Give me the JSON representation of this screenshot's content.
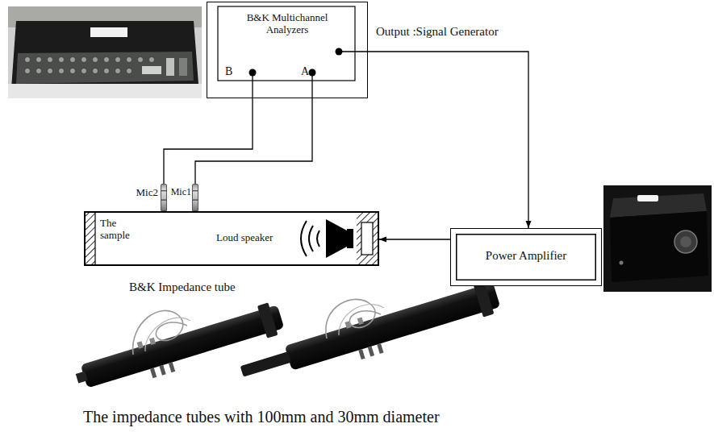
{
  "diagram": {
    "caption": "The impedance tubes with 100mm and 30mm diameter",
    "nodes": [
      {
        "text": [
          "B&K Multichannel Analyzers",
          "B",
          "A"
        ]
      },
      {
        "text": [
          "Mic2"
        ]
      },
      {
        "text": [
          "Mic1"
        ]
      },
      {
        "text": [
          "The sample",
          "Loud speaker",
          "B&K Impedance tube"
        ]
      },
      {
        "text": [
          "Power Amplifier"
        ]
      }
    ],
    "edges": [
      {
        "from": 0,
        "to": 1,
        "arrow": "none"
      },
      {
        "from": 0,
        "to": 2,
        "arrow": "none"
      },
      {
        "from": 0,
        "to": 4,
        "arrow": "to"
      },
      {
        "from": 4,
        "to": 3,
        "arrow": "to"
      }
    ],
    "labels": [
      "Output :Signal Generator"
    ]
  }
}
